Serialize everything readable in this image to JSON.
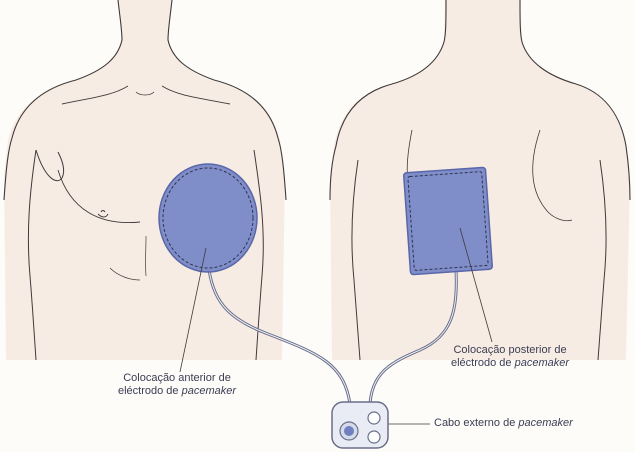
{
  "labels": {
    "anterior": {
      "line1": "Colocação anterior de",
      "line2_prefix": "eléctrodo de ",
      "line2_italic": "pacemaker"
    },
    "posterior": {
      "line1": "Colocação posterior de",
      "line2_prefix": "eléctrodo de ",
      "line2_italic": "pacemaker"
    },
    "cable": {
      "prefix": "Cabo externo de ",
      "italic": "pacemaker"
    }
  },
  "colors": {
    "skin": "#f7ece4",
    "outline": "#3f3a3a",
    "electrode_fill": "#7f8ec9",
    "electrode_border": "#5a66a8",
    "cable": "#6a6f8a",
    "connector_body": "#e9ecf4",
    "connector_port": "#6f7fc0"
  }
}
